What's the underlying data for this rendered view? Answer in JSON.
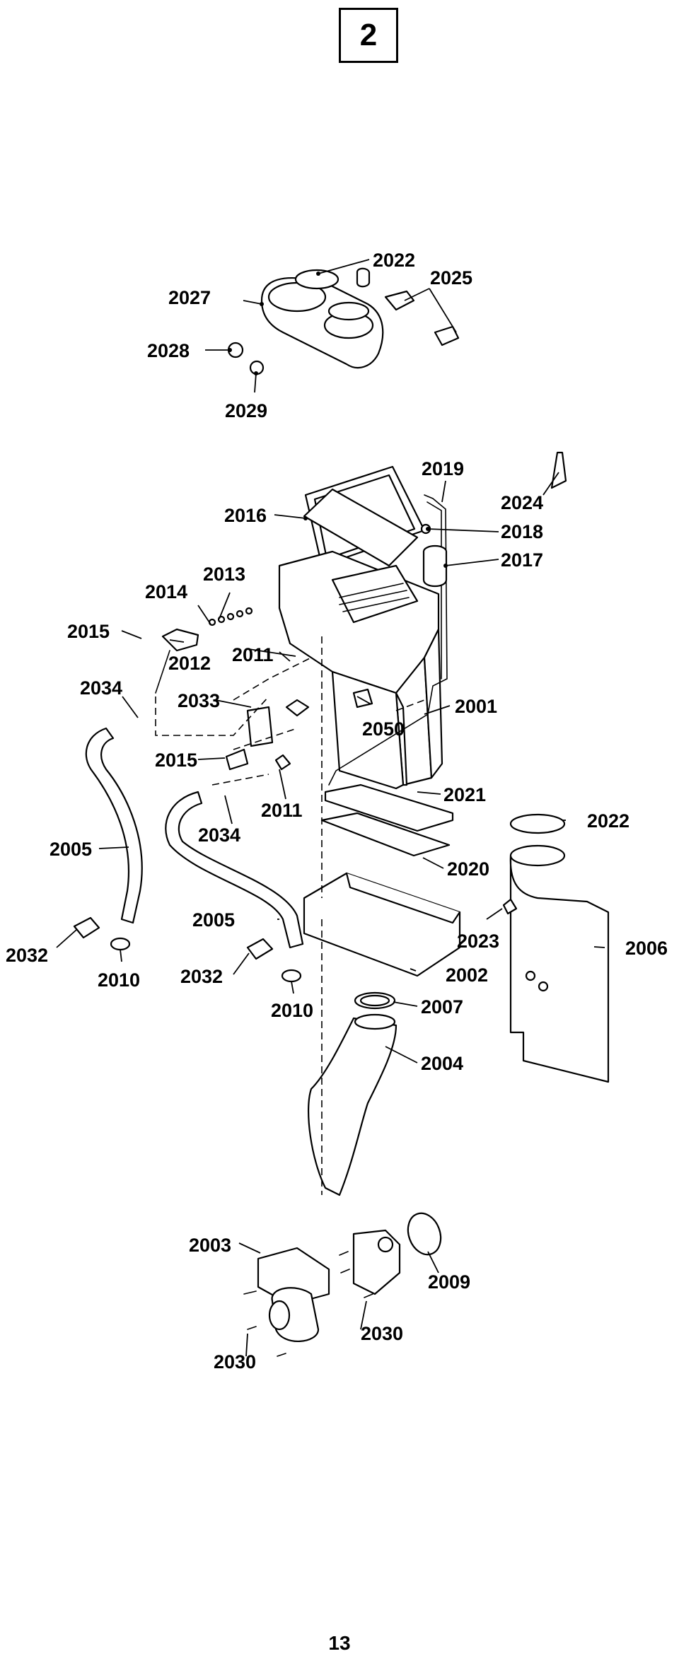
{
  "section_number": "2",
  "page_number": "13",
  "callouts": [
    "2022",
    "2025",
    "2027",
    "2028",
    "2029",
    "2019",
    "2024",
    "2016",
    "2018",
    "2017",
    "2013",
    "2014",
    "2015",
    "2012",
    "2011",
    "2001",
    "2034",
    "2033",
    "2050",
    "2015",
    "2011",
    "2021",
    "2022",
    "2034",
    "2005",
    "2020",
    "2023",
    "2006",
    "2005",
    "2032",
    "2010",
    "2032",
    "2010",
    "2002",
    "2007",
    "2004",
    "2003",
    "2009",
    "2030",
    "2030"
  ]
}
